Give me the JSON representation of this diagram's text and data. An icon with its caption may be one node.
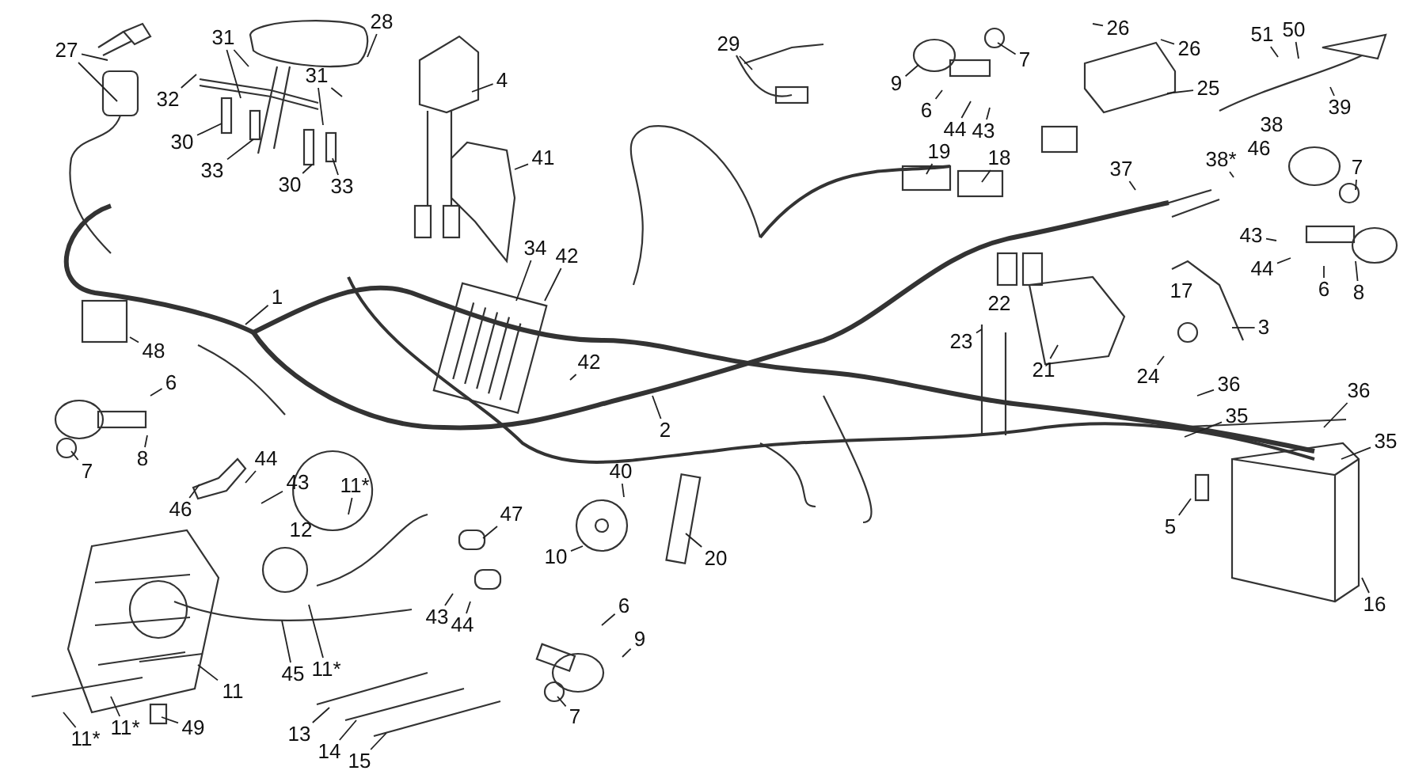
{
  "diagram": {
    "nodes": [
      {
        "text": [
          "1"
        ]
      },
      {
        "text": [
          "27"
        ]
      },
      {
        "text": [
          "28"
        ]
      },
      {
        "text": [
          "31"
        ]
      },
      {
        "text": [
          "32"
        ]
      },
      {
        "text": [
          "30"
        ]
      },
      {
        "text": [
          "33"
        ]
      },
      {
        "text": [
          "31"
        ]
      },
      {
        "text": [
          "30"
        ]
      },
      {
        "text": [
          "33"
        ]
      },
      {
        "text": [
          "4"
        ]
      },
      {
        "text": [
          "41"
        ]
      },
      {
        "text": [
          "34"
        ]
      },
      {
        "text": [
          "42"
        ]
      },
      {
        "text": [
          "42"
        ]
      },
      {
        "text": [
          "48"
        ]
      },
      {
        "text": [
          "6"
        ]
      },
      {
        "text": [
          "7"
        ]
      },
      {
        "text": [
          "8"
        ]
      },
      {
        "text": [
          "46"
        ]
      },
      {
        "text": [
          "44"
        ]
      },
      {
        "text": [
          "43"
        ]
      },
      {
        "text": [
          "11*"
        ]
      },
      {
        "text": [
          "47"
        ]
      },
      {
        "text": [
          "40"
        ]
      },
      {
        "text": [
          "10"
        ]
      },
      {
        "text": [
          "20"
        ]
      },
      {
        "text": [
          "2"
        ]
      },
      {
        "text": [
          "43"
        ]
      },
      {
        "text": [
          "44"
        ]
      },
      {
        "text": [
          "6"
        ]
      },
      {
        "text": [
          "9"
        ]
      },
      {
        "text": [
          "7"
        ]
      },
      {
        "text": [
          "11"
        ]
      },
      {
        "text": [
          "45"
        ]
      },
      {
        "text": [
          "11*"
        ]
      },
      {
        "text": [
          "11*"
        ]
      },
      {
        "text": [
          "11*"
        ]
      },
      {
        "text": [
          "49"
        ]
      },
      {
        "text": [
          "13"
        ]
      },
      {
        "text": [
          "14"
        ]
      },
      {
        "text": [
          "15"
        ]
      },
      {
        "text": [
          "29"
        ]
      },
      {
        "text": [
          "9"
        ]
      },
      {
        "text": [
          "7"
        ]
      },
      {
        "text": [
          "6"
        ]
      },
      {
        "text": [
          "44"
        ]
      },
      {
        "text": [
          "43"
        ]
      },
      {
        "text": [
          "26"
        ]
      },
      {
        "text": [
          "26"
        ]
      },
      {
        "text": [
          "25"
        ]
      },
      {
        "text": [
          "51"
        ]
      },
      {
        "text": [
          "50"
        ]
      },
      {
        "text": [
          "39"
        ]
      },
      {
        "text": [
          "19"
        ]
      },
      {
        "text": [
          "18"
        ]
      },
      {
        "text": [
          "37"
        ]
      },
      {
        "text": [
          "38*"
        ]
      },
      {
        "text": [
          "7"
        ]
      },
      {
        "text": [
          "43"
        ]
      },
      {
        "text": [
          "44"
        ]
      },
      {
        "text": [
          "6"
        ]
      },
      {
        "text": [
          "8"
        ]
      },
      {
        "text": [
          "3"
        ]
      },
      {
        "text": [
          "23"
        ]
      },
      {
        "text": [
          "21"
        ]
      },
      {
        "text": [
          "24"
        ]
      },
      {
        "text": [
          "36"
        ]
      },
      {
        "text": [
          "36"
        ]
      },
      {
        "text": [
          "35"
        ]
      },
      {
        "text": [
          "35"
        ]
      },
      {
        "text": [
          "5"
        ]
      },
      {
        "text": [
          "16"
        ]
      }
    ],
    "edges": [
      {
        "from": 0,
        "to": null,
        "arrow": "none"
      },
      {
        "from": 1,
        "to": null,
        "arrow": "none"
      },
      {
        "from": 1,
        "to": null,
        "arrow": "none"
      },
      {
        "from": 2,
        "to": null,
        "arrow": "none"
      },
      {
        "from": 3,
        "to": null,
        "arrow": "none"
      },
      {
        "from": 3,
        "to": null,
        "arrow": "none"
      },
      {
        "from": 4,
        "to": null,
        "arrow": "none"
      },
      {
        "from": 5,
        "to": null,
        "arrow": "none"
      },
      {
        "from": 6,
        "to": null,
        "arrow": "none"
      },
      {
        "from": 7,
        "to": null,
        "arrow": "none"
      },
      {
        "from": 7,
        "to": null,
        "arrow": "none"
      },
      {
        "from": 8,
        "to": null,
        "arrow": "none"
      },
      {
        "from": 9,
        "to": null,
        "arrow": "none"
      },
      {
        "from": 10,
        "to": null,
        "arrow": "none"
      },
      {
        "from": 11,
        "to": null,
        "arrow": "none"
      },
      {
        "from": 12,
        "to": null,
        "arrow": "none"
      },
      {
        "from": 13,
        "to": null,
        "arrow": "none"
      },
      {
        "from": 14,
        "to": null,
        "arrow": "none"
      },
      {
        "from": 15,
        "to": null,
        "arrow": "none"
      },
      {
        "from": 16,
        "to": null,
        "arrow": "none"
      },
      {
        "from": 17,
        "to": null,
        "arrow": "none"
      },
      {
        "from": 18,
        "to": null,
        "arrow": "none"
      },
      {
        "from": 19,
        "to": null,
        "arrow": "none"
      },
      {
        "from": 20,
        "to": null,
        "arrow": "none"
      },
      {
        "from": 21,
        "to": null,
        "arrow": "none"
      },
      {
        "from": 22,
        "to": null,
        "arrow": "none"
      },
      {
        "from": 23,
        "to": null,
        "arrow": "none"
      },
      {
        "from": 24,
        "to": null,
        "arrow": "none"
      },
      {
        "from": 25,
        "to": null,
        "arrow": "none"
      },
      {
        "from": 26,
        "to": null,
        "arrow": "none"
      },
      {
        "from": 27,
        "to": null,
        "arrow": "none"
      },
      {
        "from": 28,
        "to": null,
        "arrow": "none"
      },
      {
        "from": 29,
        "to": null,
        "arrow": "none"
      },
      {
        "from": 30,
        "to": null,
        "arrow": "none"
      },
      {
        "from": 31,
        "to": null,
        "arrow": "none"
      },
      {
        "from": 32,
        "to": null,
        "arrow": "none"
      },
      {
        "from": 33,
        "to": null,
        "arrow": "none"
      },
      {
        "from": 34,
        "to": null,
        "arrow": "none"
      },
      {
        "from": 35,
        "to": null,
        "arrow": "none"
      },
      {
        "from": 36,
        "to": null,
        "arrow": "none"
      },
      {
        "from": 37,
        "to": null,
        "arrow": "none"
      },
      {
        "from": 38,
        "to": null,
        "arrow": "none"
      },
      {
        "from": 39,
        "to": null,
        "arrow": "none"
      },
      {
        "from": 40,
        "to": null,
        "arrow": "none"
      },
      {
        "from": 41,
        "to": null,
        "arrow": "none"
      },
      {
        "from": 42,
        "to": null,
        "arrow": "none"
      },
      {
        "from": 43,
        "to": null,
        "arrow": "none"
      },
      {
        "from": 44,
        "to": null,
        "arrow": "none"
      },
      {
        "from": 45,
        "to": null,
        "arrow": "none"
      },
      {
        "from": 46,
        "to": null,
        "arrow": "none"
      },
      {
        "from": 47,
        "to": null,
        "arrow": "none"
      },
      {
        "from": 48,
        "to": null,
        "arrow": "none"
      },
      {
        "from": 49,
        "to": null,
        "arrow": "none"
      },
      {
        "from": 50,
        "to": null,
        "arrow": "none"
      },
      {
        "from": 51,
        "to": null,
        "arrow": "none"
      },
      {
        "from": 52,
        "to": null,
        "arrow": "none"
      },
      {
        "from": 53,
        "to": null,
        "arrow": "none"
      },
      {
        "from": 54,
        "to": null,
        "arrow": "none"
      },
      {
        "from": 55,
        "to": null,
        "arrow": "none"
      },
      {
        "from": 56,
        "to": null,
        "arrow": "none"
      },
      {
        "from": 57,
        "to": null,
        "arrow": "none"
      },
      {
        "from": 58,
        "to": null,
        "arrow": "none"
      },
      {
        "from": 59,
        "to": null,
        "arrow": "none"
      },
      {
        "from": 60,
        "to": null,
        "arrow": "none"
      },
      {
        "from": 61,
        "to": null,
        "arrow": "none"
      },
      {
        "from": 62,
        "to": null,
        "arrow": "none"
      },
      {
        "from": 63,
        "to": null,
        "arrow": "none"
      },
      {
        "from": 64,
        "to": null,
        "arrow": "none"
      },
      {
        "from": 65,
        "to": null,
        "arrow": "none"
      },
      {
        "from": 66,
        "to": null,
        "arrow": "none"
      },
      {
        "from": 67,
        "to": null,
        "arrow": "none"
      },
      {
        "from": 68,
        "to": null,
        "arrow": "none"
      },
      {
        "from": 69,
        "to": null,
        "arrow": "none"
      },
      {
        "from": 70,
        "to": null,
        "arrow": "none"
      },
      {
        "from": 71,
        "to": null,
        "arrow": "none"
      },
      {
        "from": 72,
        "to": null,
        "arrow": "none"
      }
    ],
    "labels": [
      "12",
      "38",
      "46",
      "22",
      "17"
    ]
  }
}
